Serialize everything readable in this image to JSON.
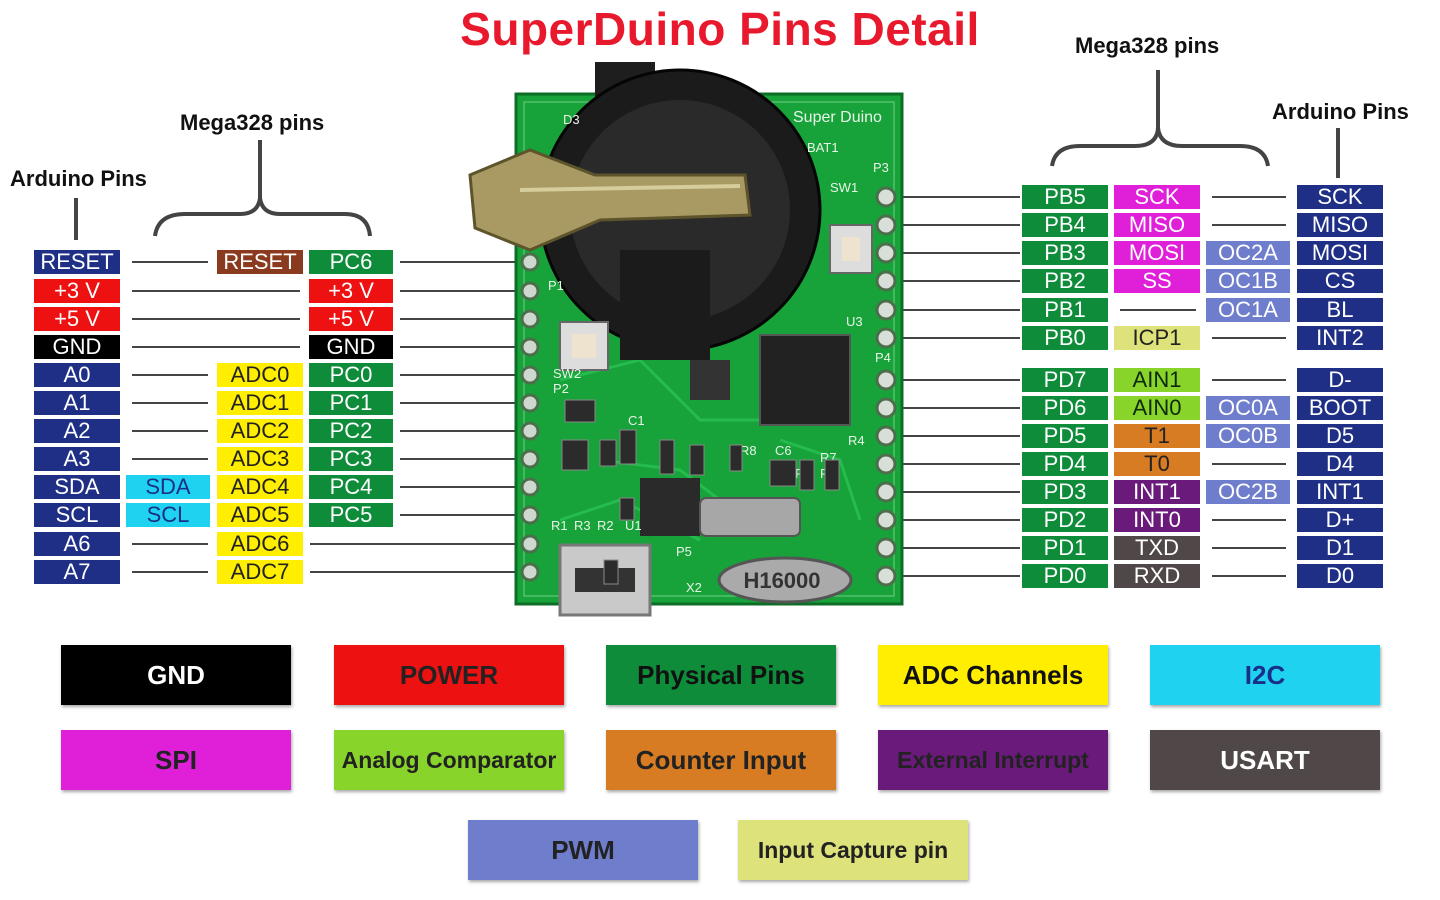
{
  "title": "SuperDuino Pins Detail",
  "headers": {
    "left_arduino": "Arduino Pins",
    "left_mega": "Mega328 pins",
    "right_mega": "Mega328 pins",
    "right_arduino": "Arduino Pins"
  },
  "colors": {
    "navy": "#1f2f86",
    "red": "#ee1111",
    "black": "#000000",
    "physical": "#0e8c3a",
    "adc": "#ffee00",
    "i2c": "#1fd3f0",
    "spi": "#e020d8",
    "analog_comparator": "#88d42a",
    "counter": "#d77c22",
    "external_interrupt": "#6a1a7a",
    "usart": "#504848",
    "pwm": "#6e7dcc",
    "input_capture": "#dde27a",
    "reset_brown": "#8a3a1e"
  },
  "board": {
    "silkscreen_name": "Super Duino",
    "battery_label": "BAT1",
    "crystal_label": "H16000",
    "labels": [
      "D3",
      "P3",
      "SW1",
      "U3",
      "P4",
      "R4",
      "SW2",
      "P2",
      "P1",
      "R1",
      "R3",
      "R2",
      "U1",
      "C1",
      "C6",
      "R8",
      "R6",
      "R5",
      "R7",
      "X2",
      "P5"
    ]
  },
  "left_rows": [
    {
      "arduino": "RESET",
      "a_style": "navy",
      "mid": "RESET",
      "m_style": "reset",
      "pc": "PC6",
      "p_style": "physical"
    },
    {
      "arduino": "+3 V",
      "a_style": "red",
      "mid": "",
      "m_style": "",
      "pc": "+3 V",
      "p_style": "red"
    },
    {
      "arduino": "+5 V",
      "a_style": "red",
      "mid": "",
      "m_style": "",
      "pc": "+5 V",
      "p_style": "red"
    },
    {
      "arduino": "GND",
      "a_style": "black",
      "mid": "",
      "m_style": "",
      "pc": "GND",
      "p_style": "black"
    },
    {
      "arduino": "A0",
      "a_style": "navy",
      "mid": "ADC0",
      "m_style": "adc",
      "pc": "PC0",
      "p_style": "physical"
    },
    {
      "arduino": "A1",
      "a_style": "navy",
      "mid": "ADC1",
      "m_style": "adc",
      "pc": "PC1",
      "p_style": "physical"
    },
    {
      "arduino": "A2",
      "a_style": "navy",
      "mid": "ADC2",
      "m_style": "adc",
      "pc": "PC2",
      "p_style": "physical"
    },
    {
      "arduino": "A3",
      "a_style": "navy",
      "mid": "ADC3",
      "m_style": "adc",
      "pc": "PC3",
      "p_style": "physical"
    },
    {
      "arduino": "SDA",
      "a_style": "navy",
      "i2c": "SDA",
      "mid": "ADC4",
      "m_style": "adc",
      "pc": "PC4",
      "p_style": "physical"
    },
    {
      "arduino": "SCL",
      "a_style": "navy",
      "i2c": "SCL",
      "mid": "ADC5",
      "m_style": "adc",
      "pc": "PC5",
      "p_style": "physical"
    },
    {
      "arduino": "A6",
      "a_style": "navy",
      "mid": "ADC6",
      "m_style": "adc",
      "pc": "",
      "p_style": ""
    },
    {
      "arduino": "A7",
      "a_style": "navy",
      "mid": "ADC7",
      "m_style": "adc",
      "pc": "",
      "p_style": ""
    }
  ],
  "right_rows": [
    {
      "port": "PB5",
      "func": "SCK",
      "f_style": "spi",
      "alt": "",
      "arduino": "SCK"
    },
    {
      "port": "PB4",
      "func": "MISO",
      "f_style": "spi",
      "alt": "",
      "arduino": "MISO"
    },
    {
      "port": "PB3",
      "func": "MOSI",
      "f_style": "spi",
      "alt": "OC2A",
      "arduino": "MOSI"
    },
    {
      "port": "PB2",
      "func": "SS",
      "f_style": "spi",
      "alt": "OC1B",
      "arduino": "CS"
    },
    {
      "port": "PB1",
      "func": "",
      "f_style": "",
      "alt": "OC1A",
      "arduino": "BL"
    },
    {
      "port": "PB0",
      "func": "ICP1",
      "f_style": "input_capture",
      "alt": "",
      "arduino": "INT2"
    },
    {
      "port": "PD7",
      "func": "AIN1",
      "f_style": "analog_comparator",
      "alt": "",
      "arduino": "D-"
    },
    {
      "port": "PD6",
      "func": "AIN0",
      "f_style": "analog_comparator",
      "alt": "OC0A",
      "arduino": "BOOT"
    },
    {
      "port": "PD5",
      "func": "T1",
      "f_style": "counter",
      "alt": "OC0B",
      "arduino": "D5"
    },
    {
      "port": "PD4",
      "func": "T0",
      "f_style": "counter",
      "alt": "",
      "arduino": "D4"
    },
    {
      "port": "PD3",
      "func": "INT1",
      "f_style": "external_interrupt",
      "alt": "OC2B",
      "arduino": "INT1"
    },
    {
      "port": "PD2",
      "func": "INT0",
      "f_style": "external_interrupt",
      "alt": "",
      "arduino": "D+"
    },
    {
      "port": "PD1",
      "func": "TXD",
      "f_style": "usart",
      "alt": "",
      "arduino": "D1"
    },
    {
      "port": "PD0",
      "func": "RXD",
      "f_style": "usart",
      "alt": "",
      "arduino": "D0"
    }
  ],
  "legend": [
    {
      "label": "GND",
      "style": "black"
    },
    {
      "label": "POWER",
      "style": "red"
    },
    {
      "label": "Physical Pins",
      "style": "physical"
    },
    {
      "label": "ADC Channels",
      "style": "adc"
    },
    {
      "label": "I2C",
      "style": "i2c"
    },
    {
      "label": "SPI",
      "style": "spi"
    },
    {
      "label": "Analog Comparator",
      "style": "analog_comparator"
    },
    {
      "label": "Counter Input",
      "style": "counter"
    },
    {
      "label": "External Interrupt",
      "style": "external_interrupt"
    },
    {
      "label": "USART",
      "style": "usart"
    },
    {
      "label": "PWM",
      "style": "pwm"
    },
    {
      "label": "Input Capture pin",
      "style": "input_capture"
    }
  ]
}
